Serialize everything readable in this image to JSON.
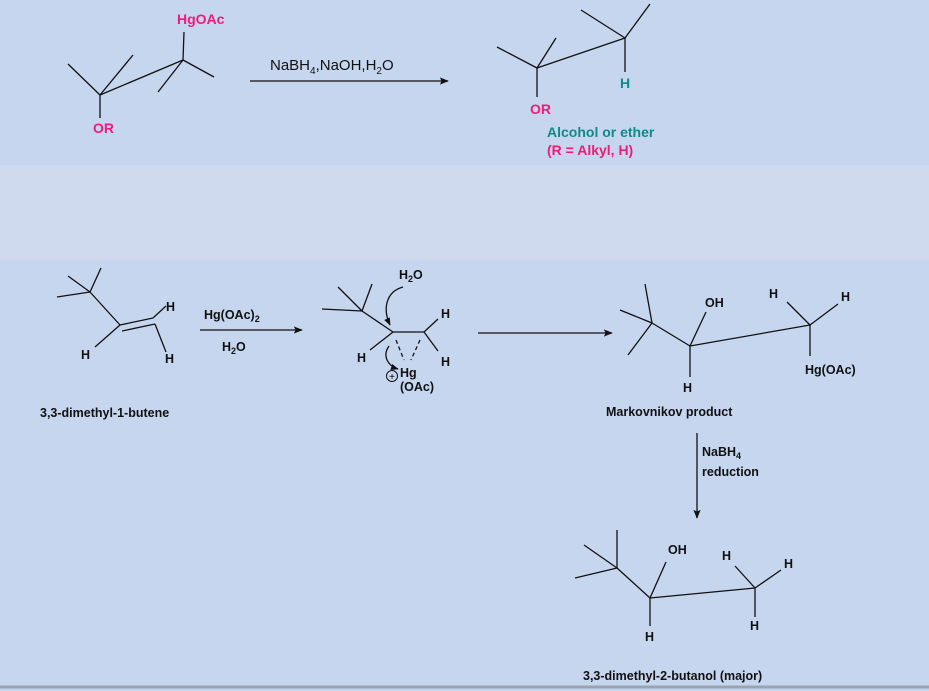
{
  "colors": {
    "background": "#c7d6ef",
    "band": "#d3dcef",
    "pink": "#ee1b78",
    "teal": "#0f8a86"
  },
  "general": {
    "reactant": {
      "hgoac": "HgOAc",
      "or": "OR"
    },
    "reagent": {
      "p1": "NaBH",
      "s1": "4",
      "p2": ",NaOH,H",
      "s2": "2",
      "p3": "O"
    },
    "product": {
      "or": "OR",
      "h": "H",
      "caption1": "Alcohol or ether",
      "caption2": "(R = Alkyl, H)"
    }
  },
  "example": {
    "alkene": {
      "h1": "H",
      "h2": "H",
      "h3": "H",
      "name": "3,3-dimethyl-1-butene"
    },
    "reagent1": {
      "p1": "Hg(OAc)",
      "s1": "2"
    },
    "reagent2": {
      "p1": "H",
      "s1": "2",
      "p2": "O"
    },
    "intermediate": {
      "water_p1": "H",
      "water_s1": "2",
      "water_p2": "O",
      "h1": "H",
      "h2": "H",
      "h3": "H",
      "charge": "+",
      "hg": "Hg",
      "oac": "(OAc)"
    },
    "markovnikov": {
      "oh": "OH",
      "h1": "H",
      "h2": "H",
      "h3": "H",
      "hg": "Hg(OAc)",
      "name": "Markovnikov product"
    },
    "reduction": {
      "p1": "NaBH",
      "s1": "4",
      "line2": "reduction"
    },
    "final": {
      "oh": "OH",
      "h1": "H",
      "h2": "H",
      "h3": "H",
      "h4": "H",
      "name": "3,3-dimethyl-2-butanol (major)"
    }
  }
}
